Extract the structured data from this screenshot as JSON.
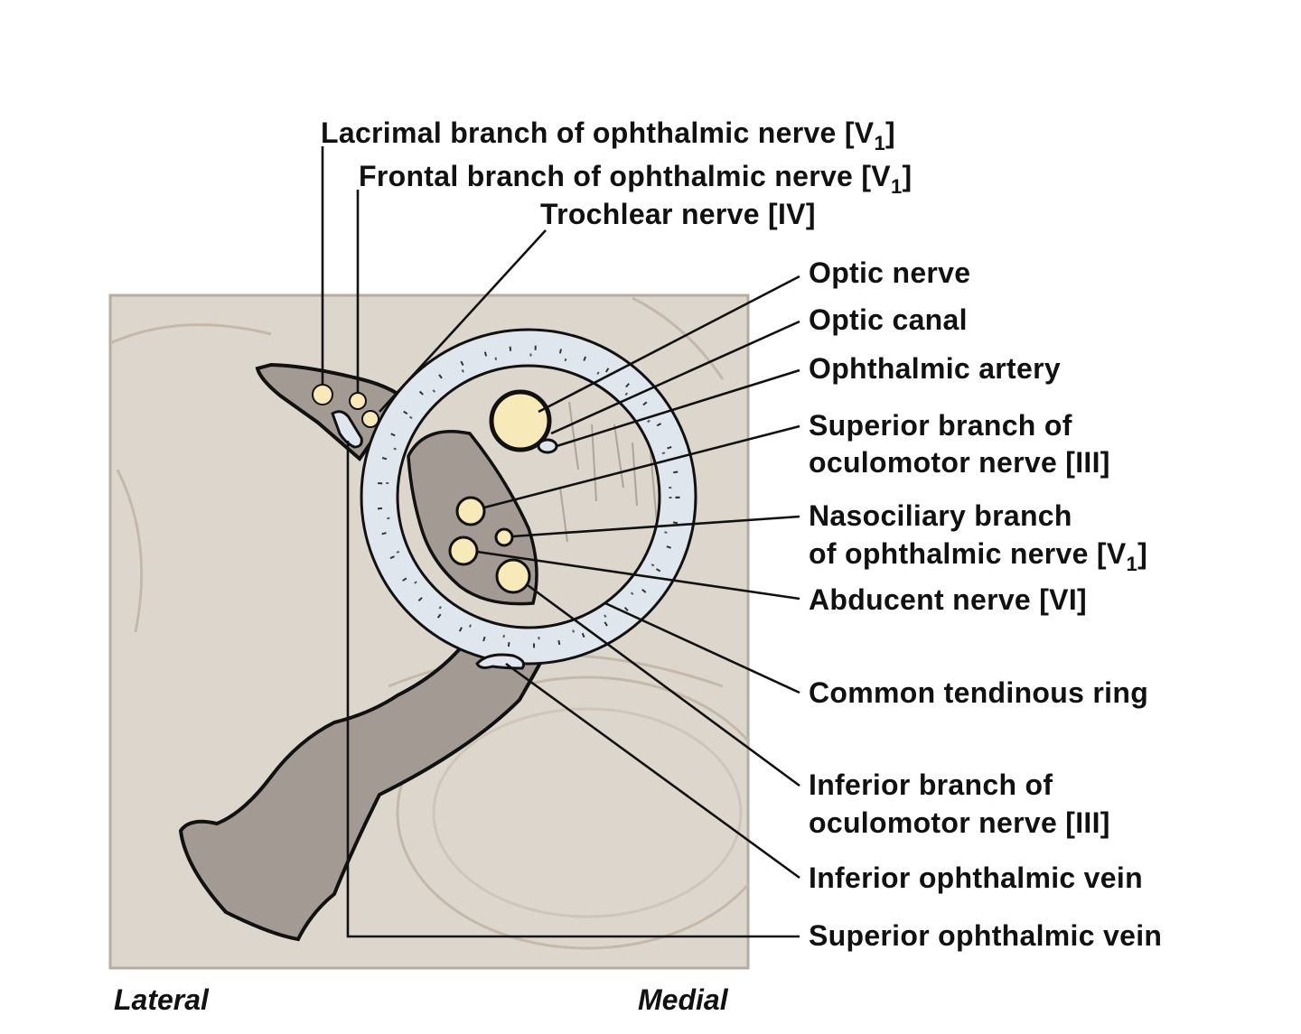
{
  "figure": {
    "labels": {
      "lacrimal": [
        "Lacrimal branch of ophthalmic nerve [V",
        "1",
        "]"
      ],
      "frontal": [
        "Frontal branch of ophthalmic nerve [V",
        "1",
        "]"
      ],
      "trochlear": "Trochlear nerve [IV]",
      "optic_nerve": "Optic nerve",
      "optic_canal": "Optic canal",
      "ophthalmic_artery": "Ophthalmic artery",
      "superior_oculomotor": [
        "Superior branch of",
        "oculomotor nerve [III]"
      ],
      "nasociliary": [
        "Nasociliary branch",
        "of ophthalmic nerve [V",
        "1",
        "]"
      ],
      "abducent": "Abducent nerve [VI]",
      "common_tendinous_ring": "Common tendinous ring",
      "inferior_oculomotor": [
        "Inferior branch of",
        "oculomotor nerve [III]"
      ],
      "inferior_ophthalmic_vein": "Inferior ophthalmic vein",
      "superior_ophthalmic_vein": "Superior ophthalmic vein"
    },
    "orientation": {
      "left": "Lateral",
      "right": "Medial"
    },
    "colors": {
      "background_panel": "#ddd6cc",
      "fissure": "#a39b93",
      "ring": "#dfe6ee",
      "nerve": "#f8e9b8",
      "line": "#111111"
    }
  }
}
